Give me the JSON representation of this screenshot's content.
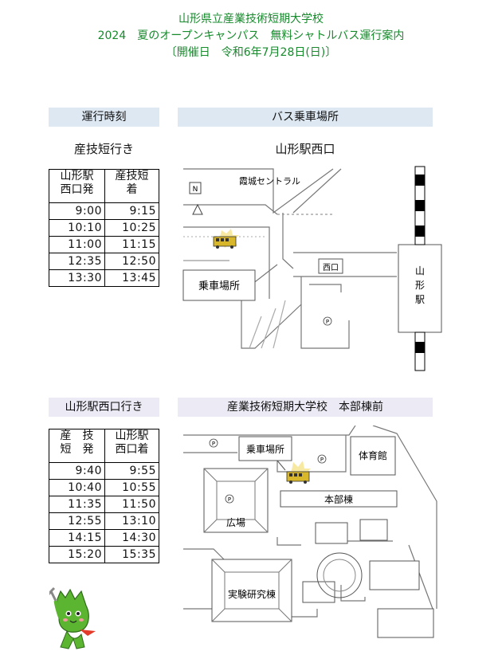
{
  "header": {
    "line1": "山形県立産業技術短期大学校",
    "line2": "2024　夏のオープンキャンパス　無料シャトルバス運行案内",
    "line3": "〔開催日　令和6年7月28日(日)〕"
  },
  "section1": {
    "timetable_heading": "運行時刻",
    "map_heading": "バス乗車場所",
    "direction": "産技短行き",
    "map_subtitle": "山形駅西口",
    "columns": [
      [
        "山形駅",
        "西口発"
      ],
      [
        "産技短",
        "着"
      ]
    ],
    "rows": [
      [
        "9:00",
        "9:15"
      ],
      [
        "10:10",
        "10:25"
      ],
      [
        "11:00",
        "11:15"
      ],
      [
        "12:35",
        "12:50"
      ],
      [
        "13:30",
        "13:45"
      ]
    ],
    "map": {
      "north_label": "N",
      "building_label": "霞城セントラル",
      "pickup_label": "乗車場所",
      "exit_label": "西口",
      "station_label": "山形駅",
      "parking_label": "P"
    }
  },
  "section2": {
    "direction": "山形駅西口行き",
    "map_heading": "産業技術短期大学校　本部棟前",
    "columns": [
      [
        "産　技",
        "短　発"
      ],
      [
        "山形駅",
        "西口着"
      ]
    ],
    "rows": [
      [
        "9:40",
        "9:55"
      ],
      [
        "10:40",
        "10:55"
      ],
      [
        "11:35",
        "11:50"
      ],
      [
        "12:55",
        "13:10"
      ],
      [
        "14:15",
        "14:30"
      ],
      [
        "15:20",
        "15:35"
      ]
    ],
    "map": {
      "pickup_label": "乗車場所",
      "gym_label": "体育館",
      "main_building_label": "本部棟",
      "plaza_label": "広場",
      "lab_label": "実験研究棟",
      "parking_label": "P"
    }
  },
  "colors": {
    "header_text": "#178a2c",
    "section_bg": "#dde8f2",
    "bus": "#d8b72a",
    "mascot": "#5cb531"
  }
}
